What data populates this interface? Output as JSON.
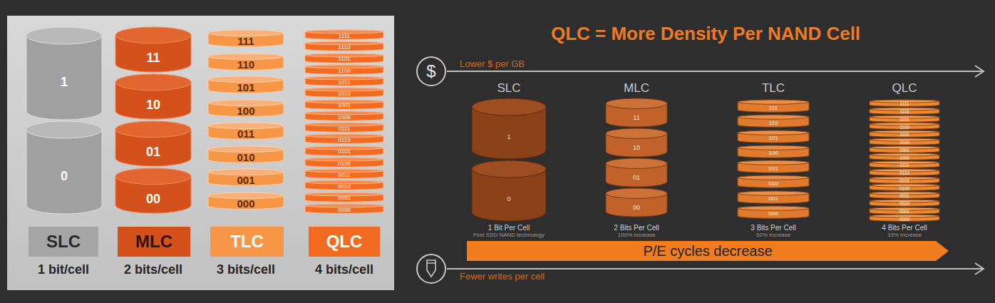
{
  "diagram": {
    "title": "QLC = More Density Per NAND Cell",
    "nodes": [
      {
        "text": [
          "1"
        ]
      },
      {
        "text": [
          "0"
        ]
      },
      {
        "text": [
          "11"
        ]
      },
      {
        "text": [
          "10"
        ]
      },
      {
        "text": [
          "01"
        ]
      },
      {
        "text": [
          "00"
        ]
      },
      {
        "text": [
          "111"
        ]
      },
      {
        "text": [
          "110"
        ]
      },
      {
        "text": [
          "101"
        ]
      },
      {
        "text": [
          "100"
        ]
      },
      {
        "text": [
          "011"
        ]
      },
      {
        "text": [
          "010"
        ]
      },
      {
        "text": [
          "001"
        ]
      },
      {
        "text": [
          "000"
        ]
      },
      {
        "text": [
          "1111"
        ]
      },
      {
        "text": [
          "1110"
        ]
      },
      {
        "text": [
          "1101"
        ]
      },
      {
        "text": [
          "1100"
        ]
      },
      {
        "text": [
          "1011"
        ]
      },
      {
        "text": [
          "1010"
        ]
      },
      {
        "text": [
          "1001"
        ]
      },
      {
        "text": [
          "1000"
        ]
      },
      {
        "text": [
          "0111"
        ]
      },
      {
        "text": [
          "0110"
        ]
      },
      {
        "text": [
          "0101"
        ]
      },
      {
        "text": [
          "0100"
        ]
      },
      {
        "text": [
          "0011"
        ]
      },
      {
        "text": [
          "0010"
        ]
      },
      {
        "text": [
          "0001"
        ]
      },
      {
        "text": [
          "0000"
        ]
      },
      {
        "text": [
          "SLC"
        ]
      },
      {
        "text": [
          "MLC"
        ]
      },
      {
        "text": [
          "TLC"
        ]
      },
      {
        "text": [
          "QLC"
        ]
      },
      {
        "text": [
          "$"
        ]
      },
      {
        "text": [
          "1"
        ]
      },
      {
        "text": [
          "0"
        ]
      },
      {
        "text": [
          "11"
        ]
      },
      {
        "text": [
          "10"
        ]
      },
      {
        "text": [
          "01"
        ]
      },
      {
        "text": [
          "00"
        ]
      },
      {
        "text": [
          "111"
        ]
      },
      {
        "text": [
          "110"
        ]
      },
      {
        "text": [
          "101"
        ]
      },
      {
        "text": [
          "100"
        ]
      },
      {
        "text": [
          "011"
        ]
      },
      {
        "text": [
          "010"
        ]
      },
      {
        "text": [
          "001"
        ]
      },
      {
        "text": [
          "000"
        ]
      },
      {
        "text": [
          "1111"
        ]
      },
      {
        "text": [
          "1110"
        ]
      },
      {
        "text": [
          "1101"
        ]
      },
      {
        "text": [
          "1100"
        ]
      },
      {
        "text": [
          "1011"
        ]
      },
      {
        "text": [
          "1010"
        ]
      },
      {
        "text": [
          "1001"
        ]
      },
      {
        "text": [
          "1000"
        ]
      },
      {
        "text": [
          "0111"
        ]
      },
      {
        "text": [
          "0110"
        ]
      },
      {
        "text": [
          "0101"
        ]
      },
      {
        "text": [
          "0100"
        ]
      },
      {
        "text": [
          "0011"
        ]
      },
      {
        "text": [
          "0010"
        ]
      },
      {
        "text": [
          "0001"
        ]
      },
      {
        "text": [
          "0000"
        ]
      },
      {
        "text": [
          "P/E cycles decrease"
        ]
      }
    ],
    "labels": [
      "1 bit/cell",
      "2 bits/cell",
      "3 bits/cell",
      "4 bits/cell",
      "Lower $ per GB",
      "SLC",
      "MLC",
      "TLC",
      "QLC",
      "1 Bit Per Cell",
      "First SSD NAND technology",
      "2 Bits Per Cell",
      "100% increase",
      "3 Bits Per Cell",
      "50% increase",
      "4 Bits Per Cell",
      "33% increase",
      "Fewer writes per cell"
    ]
  }
}
